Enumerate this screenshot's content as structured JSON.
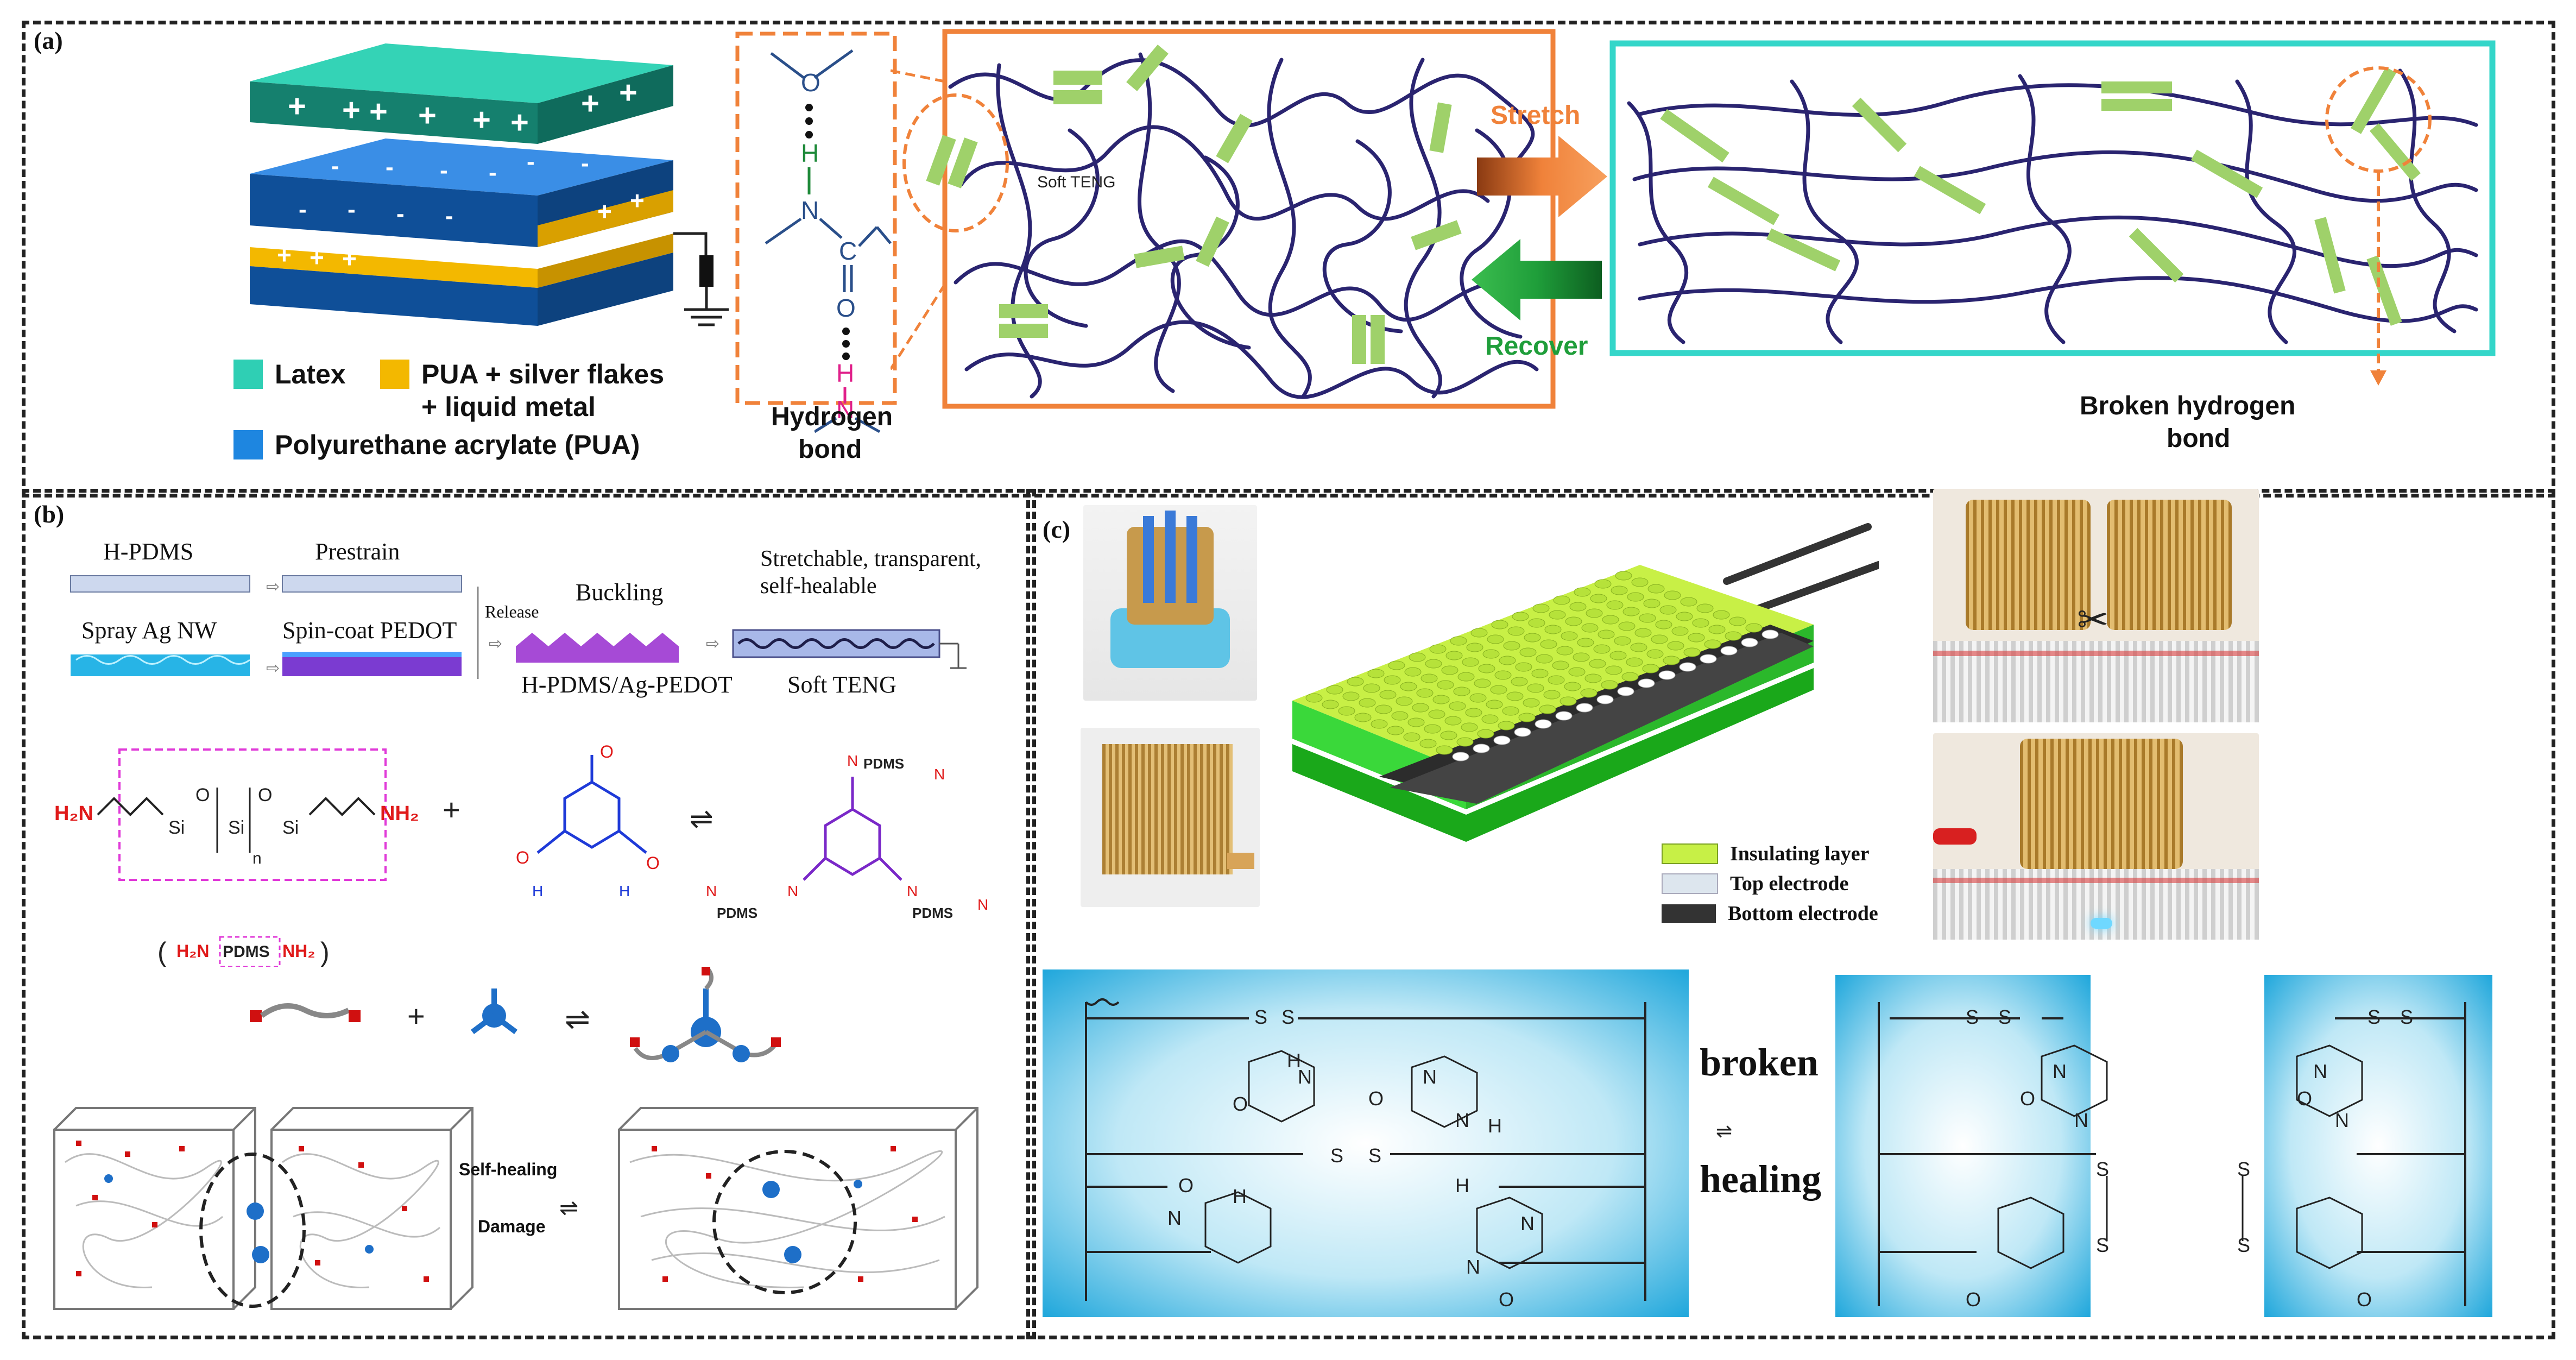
{
  "panel_a": {
    "label": "(a)",
    "legend": {
      "latex": "Latex",
      "pua_silver": "PUA + silver flakes",
      "liquid_metal": "+ liquid metal",
      "pua": "Polyurethane acrylate (PUA)"
    },
    "hydrogen_bond_line1": "Hydrogen",
    "hydrogen_bond_line2": "bond",
    "soft_teng_small": "Soft TENG",
    "stretch": "Stretch",
    "recover": "Recover",
    "broken_line1": "Broken hydrogen",
    "broken_line2": "bond",
    "atoms": {
      "O": "O",
      "H": "H",
      "N": "N",
      "C": "C"
    }
  },
  "panel_b": {
    "label": "(b)",
    "process": {
      "h_pdms": "H-PDMS",
      "prestrain": "Prestrain",
      "spray": "Spray Ag NW",
      "spin": "Spin-coat PEDOT",
      "release": "Release",
      "buckling": "Buckling",
      "h_pdms_ag": "H-PDMS/Ag-PEDOT",
      "stretch_line1": "Stretchable, transparent,",
      "stretch_line2": "self-healable",
      "soft_teng": "Soft TENG"
    },
    "chem": {
      "h2n": "H₂N",
      "nh2": "NH₂",
      "si": "Si",
      "o": "O",
      "n_sub": "n",
      "pdms": "PDMS",
      "h": "H",
      "o_atom": "O",
      "n_atom": "N",
      "bracket_left": "(",
      "bracket_right": ")",
      "plus": "+"
    },
    "self_healing": "Self-healing",
    "damage": "Damage"
  },
  "panel_c": {
    "label": "(c)",
    "legend": {
      "insulating": "Insulating layer",
      "top": "Top electrode",
      "bottom": "Bottom electrode"
    },
    "broken": "broken",
    "healing": "healing",
    "atoms": {
      "S": "S",
      "N": "N",
      "H": "H",
      "O": "O"
    }
  },
  "colors": {
    "latex": "#2fcfb4",
    "pua_silver": "#f3b800",
    "pua": "#1e86e0",
    "polymer": "#2a2470",
    "hbond": "#9fd16a",
    "orange": "#f0823a",
    "green": "#1f9e3a",
    "teal_box": "#34d6c9",
    "cyan_bg": "#33b7e4",
    "lime": "#c7f046"
  }
}
